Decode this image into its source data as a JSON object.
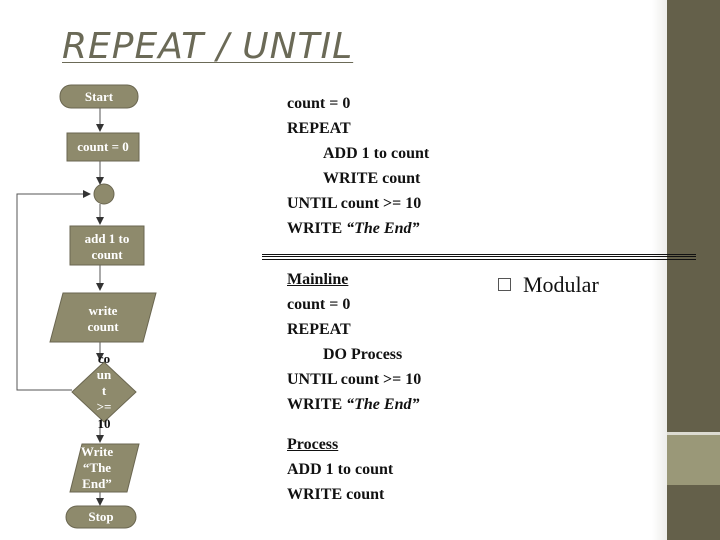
{
  "title": "REPEAT / UNTIL",
  "flowchart": {
    "start": "Start",
    "init": "count = 0",
    "add_l1": "add 1 to",
    "add_l2": "count",
    "write_l1": "write",
    "write_l2": "count",
    "cond_l1": "co",
    "cond_l2": "un",
    "cond_l3": "t",
    "cond_l4": ">=",
    "cond_l5": "10",
    "end_l1": "Write",
    "end_l2": "“The",
    "end_l3": "End”",
    "stop": "Stop"
  },
  "code_block_1": {
    "l1": "count = 0",
    "l2": "REPEAT",
    "l3": "ADD 1 to count",
    "l4": "WRITE count",
    "l5": "UNTIL count >= 10",
    "l6_pre": "WRITE ",
    "l6_quote": "“The End”"
  },
  "code_block_2": {
    "header": "Mainline",
    "l1": "count = 0",
    "l2": "REPEAT",
    "l3": "DO Process",
    "l4": "UNTIL count >= 10",
    "l5_pre": "WRITE ",
    "l5_quote": "“The End”"
  },
  "code_block_3": {
    "header": "Process",
    "l1": "ADD 1 to count",
    "l2": "WRITE count"
  },
  "bullet": "Modular",
  "colors": {
    "sidebar": "#64604a",
    "shape_fill": "#8e8a6c",
    "title": "#6b6a57"
  }
}
